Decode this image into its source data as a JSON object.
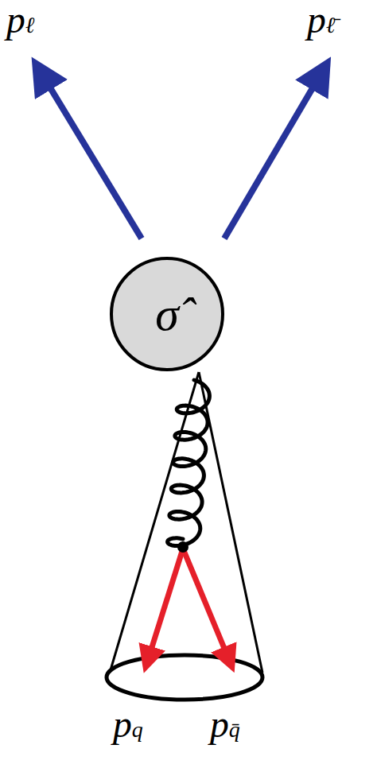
{
  "diagram": {
    "nodes": [
      {
        "text": [
          "σ̂"
        ]
      }
    ],
    "labels": [
      "pℓ",
      "pℓ̄",
      "pq",
      "pq̄"
    ]
  }
}
